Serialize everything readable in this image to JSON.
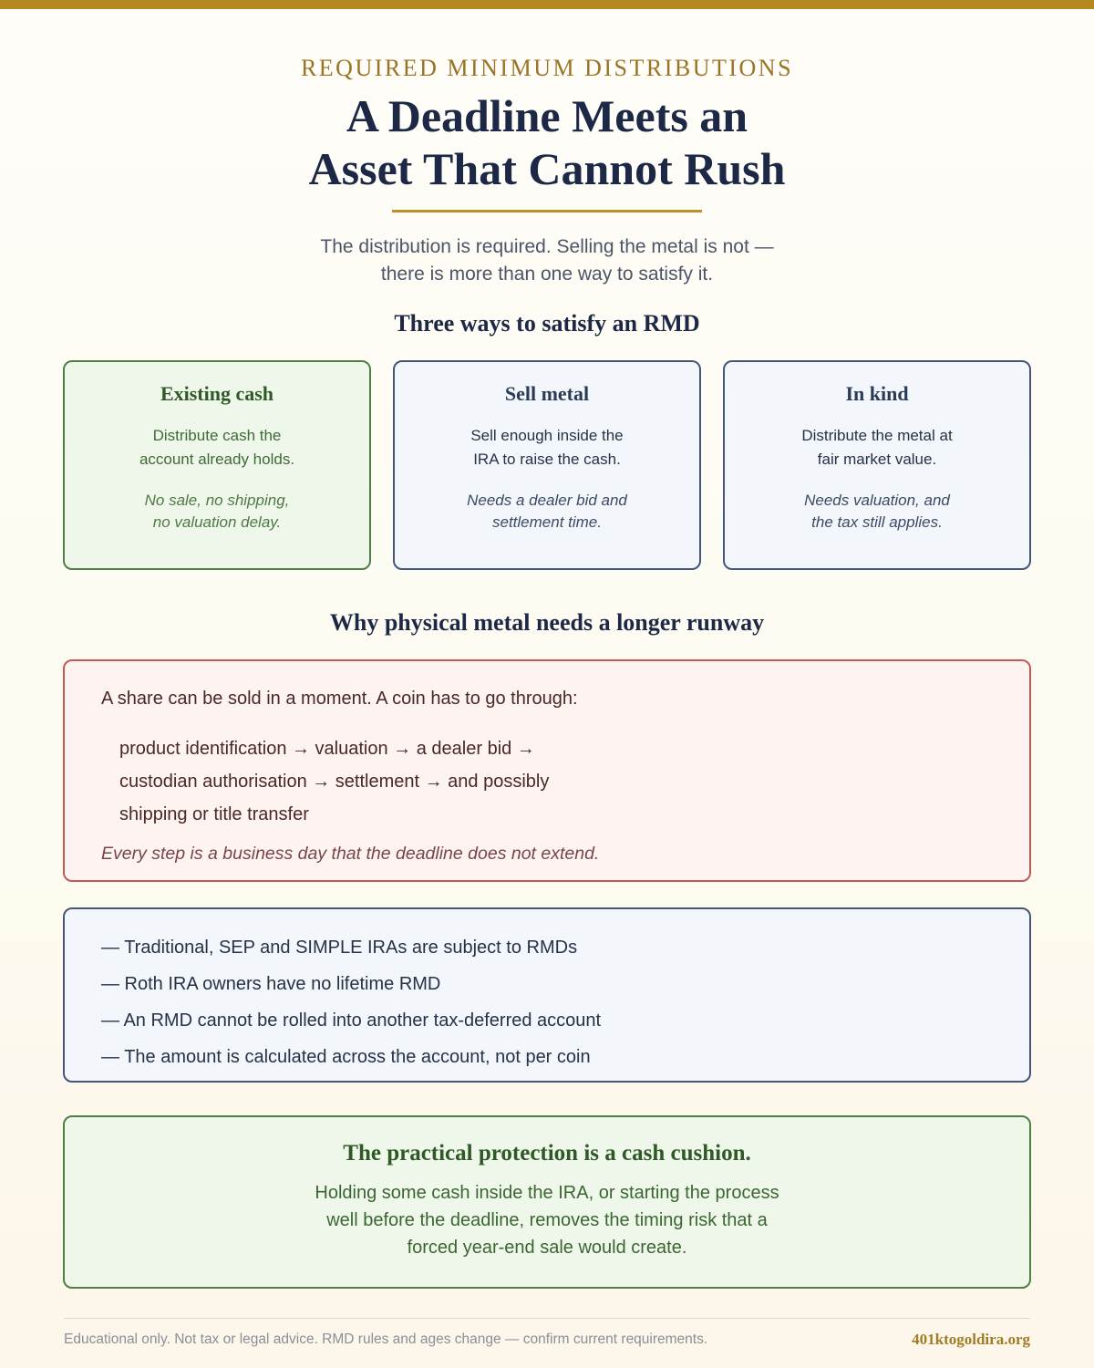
{
  "header": {
    "eyebrow": "REQUIRED MINIMUM DISTRIBUTIONS",
    "title_lines": [
      "A Deadline Meets an",
      "Asset That Cannot Rush"
    ],
    "subtitle_lines": [
      "The distribution is required. Selling the metal is not —",
      "there is more than one way to satisfy it."
    ]
  },
  "options": {
    "heading": "Three ways to satisfy an RMD",
    "cards": [
      {
        "title": "Existing cash",
        "desc_lines": [
          "Distribute cash the",
          "account already holds."
        ],
        "note_lines": [
          "No sale, no shipping,",
          "no valuation delay."
        ]
      },
      {
        "title": "Sell metal",
        "desc_lines": [
          "Sell enough inside the",
          "IRA to raise the cash."
        ],
        "note_lines": [
          "Needs a dealer bid and",
          "settlement time."
        ]
      },
      {
        "title": "In kind",
        "desc_lines": [
          "Distribute the metal at",
          "fair market value."
        ],
        "note_lines": [
          "Needs valuation, and",
          "the tax still applies."
        ]
      }
    ]
  },
  "runway": {
    "heading": "Why physical metal needs a longer runway",
    "intro": "A share can be sold in a moment. A coin has to go through:",
    "step_lines": [
      "product identification → valuation → a dealer bid →",
      "custodian authorisation → settlement → and possibly",
      "shipping or title transfer"
    ],
    "note": "Every step is a business day that the deadline does not extend."
  },
  "facts": [
    "— Traditional, SEP and SIMPLE IRAs are subject to RMDs",
    "— Roth IRA owners have no lifetime RMD",
    "— An RMD cannot be rolled into another tax-deferred account",
    "— The amount is calculated across the account, not per coin"
  ],
  "cushion": {
    "title": "The practical protection is a cash cushion.",
    "text_lines": [
      "Holding some cash inside the IRA, or starting the process",
      "well before the deadline, removes the timing risk that a",
      "forced year-end sale would create."
    ]
  },
  "footer": {
    "disclaimer": "Educational only. Not tax or legal advice. RMD rules and ages change — confirm current requirements.",
    "site": "401ktogoldira.org"
  },
  "colors": {
    "accent_gold": "#b5891f",
    "navy": "#1c2846",
    "green": "#4f7f45",
    "red": "#c05a58"
  }
}
